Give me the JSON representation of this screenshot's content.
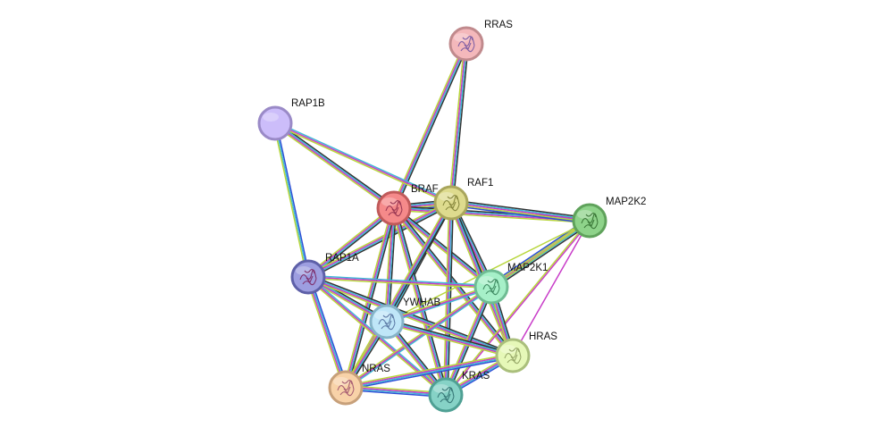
{
  "network": {
    "nodes": [
      {
        "id": "RRAS",
        "label": "RRAS",
        "color": "#f4b8bb",
        "stroke": "#c08a8d",
        "glyph": true,
        "glyph_color": "#6a4fa0"
      },
      {
        "id": "RAP1B",
        "label": "RAP1B",
        "color": "#ccbdfa",
        "stroke": "#9a8ac7",
        "glyph": false,
        "glyph_color": ""
      },
      {
        "id": "BRAF",
        "label": "BRAF",
        "color": "#f58a8a",
        "stroke": "#c05a5a",
        "glyph": true,
        "glyph_color": "#8c2a4a"
      },
      {
        "id": "RAF1",
        "label": "RAF1",
        "color": "#dedb8e",
        "stroke": "#a9a65c",
        "glyph": true,
        "glyph_color": "#7a7a30"
      },
      {
        "id": "MAP2K2",
        "label": "MAP2K2",
        "color": "#8ed38a",
        "stroke": "#5fa25b",
        "glyph": true,
        "glyph_color": "#2f6a2b"
      },
      {
        "id": "RAP1A",
        "label": "RAP1A",
        "color": "#9d9ee0",
        "stroke": "#5e60a8",
        "glyph": true,
        "glyph_color": "#7a1e5a"
      },
      {
        "id": "MAP2K1",
        "label": "MAP2K1",
        "color": "#a6f0c8",
        "stroke": "#6fbc93",
        "glyph": true,
        "glyph_color": "#2f7a52"
      },
      {
        "id": "YWHAB",
        "label": "YWHAB",
        "color": "#bfe6f8",
        "stroke": "#85b3c8",
        "glyph": true,
        "glyph_color": "#4d6a9a"
      },
      {
        "id": "HRAS",
        "label": "HRAS",
        "color": "#e6f8b8",
        "stroke": "#aabf7c",
        "glyph": true,
        "glyph_color": "#8a9a5a"
      },
      {
        "id": "NRAS",
        "label": "NRAS",
        "color": "#f8d2a8",
        "stroke": "#c7a07a",
        "glyph": true,
        "glyph_color": "#9a4a6a"
      },
      {
        "id": "KRAS",
        "label": "KRAS",
        "color": "#86d2c6",
        "stroke": "#4fa094",
        "glyph": true,
        "glyph_color": "#2a6a6a"
      }
    ],
    "edges": [
      {
        "source": "RRAS",
        "target": "BRAF",
        "colors": [
          "#333333",
          "#3fb8d6",
          "#c83cc8",
          "#b8d63c"
        ]
      },
      {
        "source": "RRAS",
        "target": "RAF1",
        "colors": [
          "#333333",
          "#3fb8d6",
          "#c83cc8",
          "#b8d63c"
        ]
      },
      {
        "source": "RAP1B",
        "target": "BRAF",
        "colors": [
          "#333333",
          "#3fb8d6",
          "#c83cc8",
          "#b8d63c"
        ]
      },
      {
        "source": "RAP1B",
        "target": "RAF1",
        "colors": [
          "#3fb8d6",
          "#c83cc8",
          "#b8d63c"
        ]
      },
      {
        "source": "RAP1B",
        "target": "RAP1A",
        "colors": [
          "#2f4fd6",
          "#3fb8d6",
          "#b8d63c"
        ]
      },
      {
        "source": "BRAF",
        "target": "RAF1",
        "colors": [
          "#333333",
          "#3fb8d6",
          "#c83cc8",
          "#b8d63c",
          "#2f4fd6"
        ]
      },
      {
        "source": "BRAF",
        "target": "MAP2K2",
        "colors": [
          "#333333",
          "#3fb8d6",
          "#c83cc8",
          "#b8d63c"
        ]
      },
      {
        "source": "RAF1",
        "target": "MAP2K2",
        "colors": [
          "#333333",
          "#3fb8d6",
          "#c83cc8",
          "#b8d63c",
          "#2f4fd6"
        ]
      },
      {
        "source": "BRAF",
        "target": "RAP1A",
        "colors": [
          "#333333",
          "#3fb8d6",
          "#c83cc8",
          "#b8d63c"
        ]
      },
      {
        "source": "RAF1",
        "target": "RAP1A",
        "colors": [
          "#333333",
          "#3fb8d6",
          "#c83cc8",
          "#b8d63c"
        ]
      },
      {
        "source": "BRAF",
        "target": "MAP2K1",
        "colors": [
          "#333333",
          "#3fb8d6",
          "#c83cc8",
          "#b8d63c"
        ]
      },
      {
        "source": "RAF1",
        "target": "MAP2K1",
        "colors": [
          "#333333",
          "#3fb8d6",
          "#c83cc8",
          "#b8d63c",
          "#2f4fd6"
        ]
      },
      {
        "source": "BRAF",
        "target": "YWHAB",
        "colors": [
          "#333333",
          "#3fb8d6",
          "#c83cc8",
          "#b8d63c"
        ]
      },
      {
        "source": "RAF1",
        "target": "YWHAB",
        "colors": [
          "#333333",
          "#3fb8d6",
          "#c83cc8",
          "#b8d63c"
        ]
      },
      {
        "source": "BRAF",
        "target": "HRAS",
        "colors": [
          "#333333",
          "#3fb8d6",
          "#c83cc8",
          "#b8d63c"
        ]
      },
      {
        "source": "RAF1",
        "target": "HRAS",
        "colors": [
          "#333333",
          "#3fb8d6",
          "#c83cc8",
          "#b8d63c"
        ]
      },
      {
        "source": "BRAF",
        "target": "KRAS",
        "colors": [
          "#333333",
          "#3fb8d6",
          "#c83cc8",
          "#b8d63c"
        ]
      },
      {
        "source": "RAF1",
        "target": "KRAS",
        "colors": [
          "#333333",
          "#3fb8d6",
          "#c83cc8",
          "#b8d63c"
        ]
      },
      {
        "source": "BRAF",
        "target": "NRAS",
        "colors": [
          "#333333",
          "#3fb8d6",
          "#c83cc8",
          "#b8d63c"
        ]
      },
      {
        "source": "RAF1",
        "target": "NRAS",
        "colors": [
          "#333333",
          "#3fb8d6",
          "#c83cc8",
          "#b8d63c"
        ]
      },
      {
        "source": "MAP2K2",
        "target": "MAP2K1",
        "colors": [
          "#333333",
          "#3fb8d6",
          "#c83cc8",
          "#b8d63c",
          "#2f4fd6"
        ]
      },
      {
        "source": "MAP2K2",
        "target": "YWHAB",
        "colors": [
          "#b8d63c"
        ]
      },
      {
        "source": "MAP2K2",
        "target": "HRAS",
        "colors": [
          "#c83cc8"
        ]
      },
      {
        "source": "MAP2K2",
        "target": "KRAS",
        "colors": [
          "#c83cc8",
          "#b8d63c"
        ]
      },
      {
        "source": "MAP2K2",
        "target": "NRAS",
        "colors": [
          "#b8d63c"
        ]
      },
      {
        "source": "RAP1A",
        "target": "YWHAB",
        "colors": [
          "#333333",
          "#3fb8d6",
          "#c83cc8",
          "#b8d63c"
        ]
      },
      {
        "source": "RAP1A",
        "target": "MAP2K1",
        "colors": [
          "#3fb8d6",
          "#c83cc8",
          "#b8d63c"
        ]
      },
      {
        "source": "RAP1A",
        "target": "HRAS",
        "colors": [
          "#333333",
          "#3fb8d6",
          "#c83cc8",
          "#b8d63c"
        ]
      },
      {
        "source": "RAP1A",
        "target": "KRAS",
        "colors": [
          "#3fb8d6",
          "#c83cc8",
          "#b8d63c"
        ]
      },
      {
        "source": "RAP1A",
        "target": "NRAS",
        "colors": [
          "#2f4fd6",
          "#3fb8d6",
          "#c83cc8",
          "#b8d63c"
        ]
      },
      {
        "source": "MAP2K1",
        "target": "YWHAB",
        "colors": [
          "#3fb8d6",
          "#c83cc8",
          "#b8d63c"
        ]
      },
      {
        "source": "MAP2K1",
        "target": "HRAS",
        "colors": [
          "#333333",
          "#3fb8d6",
          "#c83cc8",
          "#b8d63c"
        ]
      },
      {
        "source": "MAP2K1",
        "target": "KRAS",
        "colors": [
          "#333333",
          "#3fb8d6",
          "#c83cc8",
          "#b8d63c"
        ]
      },
      {
        "source": "MAP2K1",
        "target": "NRAS",
        "colors": [
          "#3fb8d6",
          "#c83cc8",
          "#b8d63c"
        ]
      },
      {
        "source": "YWHAB",
        "target": "HRAS",
        "colors": [
          "#333333",
          "#3fb8d6",
          "#c83cc8",
          "#b8d63c"
        ]
      },
      {
        "source": "YWHAB",
        "target": "KRAS",
        "colors": [
          "#333333",
          "#3fb8d6",
          "#c83cc8",
          "#b8d63c"
        ]
      },
      {
        "source": "YWHAB",
        "target": "NRAS",
        "colors": [
          "#333333",
          "#3fb8d6",
          "#c83cc8",
          "#b8d63c"
        ]
      },
      {
        "source": "HRAS",
        "target": "KRAS",
        "colors": [
          "#2f4fd6",
          "#3fb8d6",
          "#c83cc8",
          "#b8d63c"
        ]
      },
      {
        "source": "HRAS",
        "target": "NRAS",
        "colors": [
          "#2f4fd6",
          "#3fb8d6",
          "#c83cc8",
          "#b8d63c"
        ]
      },
      {
        "source": "KRAS",
        "target": "NRAS",
        "colors": [
          "#2f4fd6",
          "#3fb8d6",
          "#c83cc8",
          "#b8d63c"
        ]
      }
    ]
  }
}
